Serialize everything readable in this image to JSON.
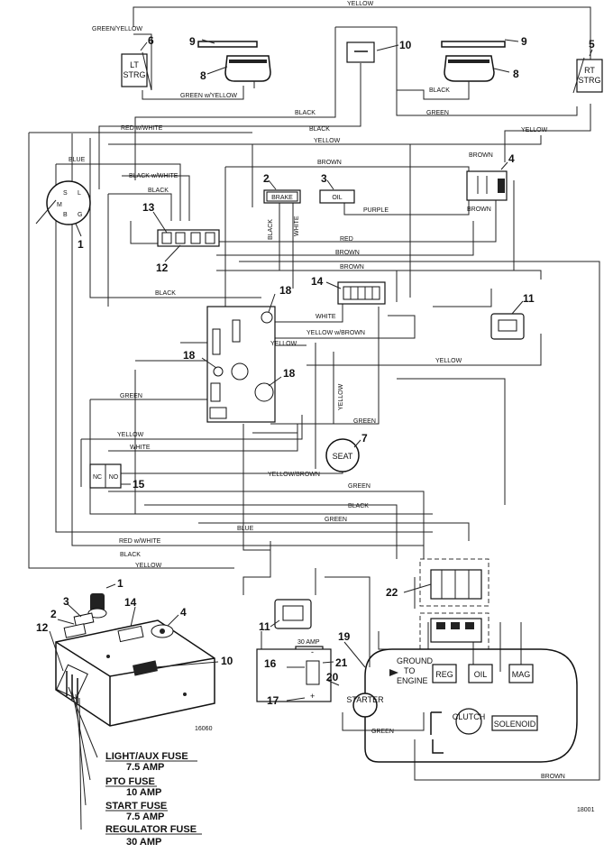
{
  "wire_labels": {
    "yellow_top": "YELLOW",
    "green_yellow": "GREEN/YELLOW",
    "green_w_yellow": "GREEN w/YELLOW",
    "black_top": "BLACK",
    "black_mid": "BLACK",
    "green_top": "GREEN",
    "red_w_white": "RED w/WHITE",
    "black_2": "BLACK",
    "yellow_2": "YELLOW",
    "yellow_right": "YELLOW",
    "blue": "BLUE",
    "brown_1": "BROWN",
    "brown_switch4_top": "BROWN",
    "brown_switch4_bottom": "BROWN",
    "black_w_white": "BLACK w/WHITE",
    "black_3": "BLACK",
    "black_vert": "BLACK",
    "white_vert": "WHITE",
    "purple": "PURPLE",
    "red": "RED",
    "brown_2": "BROWN",
    "brown_3": "BROWN",
    "black_4": "BLACK",
    "white": "WHITE",
    "yellow_w_brown": "YELLOW w/BROWN",
    "yellow_3": "YELLOW",
    "yellow_4": "YELLOW",
    "yellow_vert": "YELLOW",
    "green_1": "GREEN",
    "green_2": "GREEN",
    "yellow_5": "YELLOW",
    "white_2": "WHITE",
    "yellow_brown": "YELLOW/BROWN",
    "green_3": "GREEN",
    "black_5": "BLACK",
    "green_4": "GREEN",
    "blue_2": "BLUE",
    "red_w_white_2": "RED w/WHITE",
    "black_6": "BLACK",
    "yellow_6": "YELLOW",
    "green_5": "GREEN",
    "brown_4": "BROWN"
  },
  "components": {
    "brake": "BRAKE",
    "oil_sw": "OIL",
    "lt_strg": [
      "LT",
      "STRG"
    ],
    "rt_strg": [
      "RT",
      "STRG"
    ],
    "seat": "SEAT",
    "nc": "NC",
    "no": "NO",
    "ground": [
      "GROUND",
      "TO",
      "ENGINE"
    ],
    "reg": "REG",
    "oil": "OIL",
    "mag": "MAG",
    "starter": "STARTER",
    "clutch": "CLUTCH",
    "solenoid": "SOLENOID",
    "amp30": "30 AMP",
    "key_s": "S",
    "key_l": "L",
    "key_m": "M",
    "key_b": "B",
    "key_g": "G",
    "plus": "+",
    "minus": "-"
  },
  "callouts": {
    "c1": "1",
    "c2": "2",
    "c3": "3",
    "c4": "4",
    "c5": "5",
    "c6": "6",
    "c7": "7",
    "c8a": "8",
    "c8b": "8",
    "c9a": "9",
    "c9b": "9",
    "c10": "10",
    "c11a": "11",
    "c11b": "11",
    "c12": "12",
    "c13": "13",
    "c14": "14",
    "c15": "15",
    "c16": "16",
    "c17": "17",
    "c18a": "18",
    "c18b": "18",
    "c18c": "18",
    "c19": "19",
    "c20": "20",
    "c21": "21",
    "c22": "22",
    "p1": "1",
    "p2": "2",
    "p3": "3",
    "p4": "4",
    "p10": "10",
    "p12": "12",
    "p14": "14"
  },
  "fuses": {
    "light_aux": "LIGHT/AUX FUSE",
    "light_aux_amp": "7.5 AMP",
    "pto": "PTO FUSE",
    "pto_amp": "10 AMP",
    "start": "START FUSE",
    "start_amp": "7.5 AMP",
    "regulator": "REGULATOR FUSE",
    "regulator_amp": "30 AMP"
  },
  "figure_ids": {
    "inset": "16060",
    "main": "18001"
  }
}
